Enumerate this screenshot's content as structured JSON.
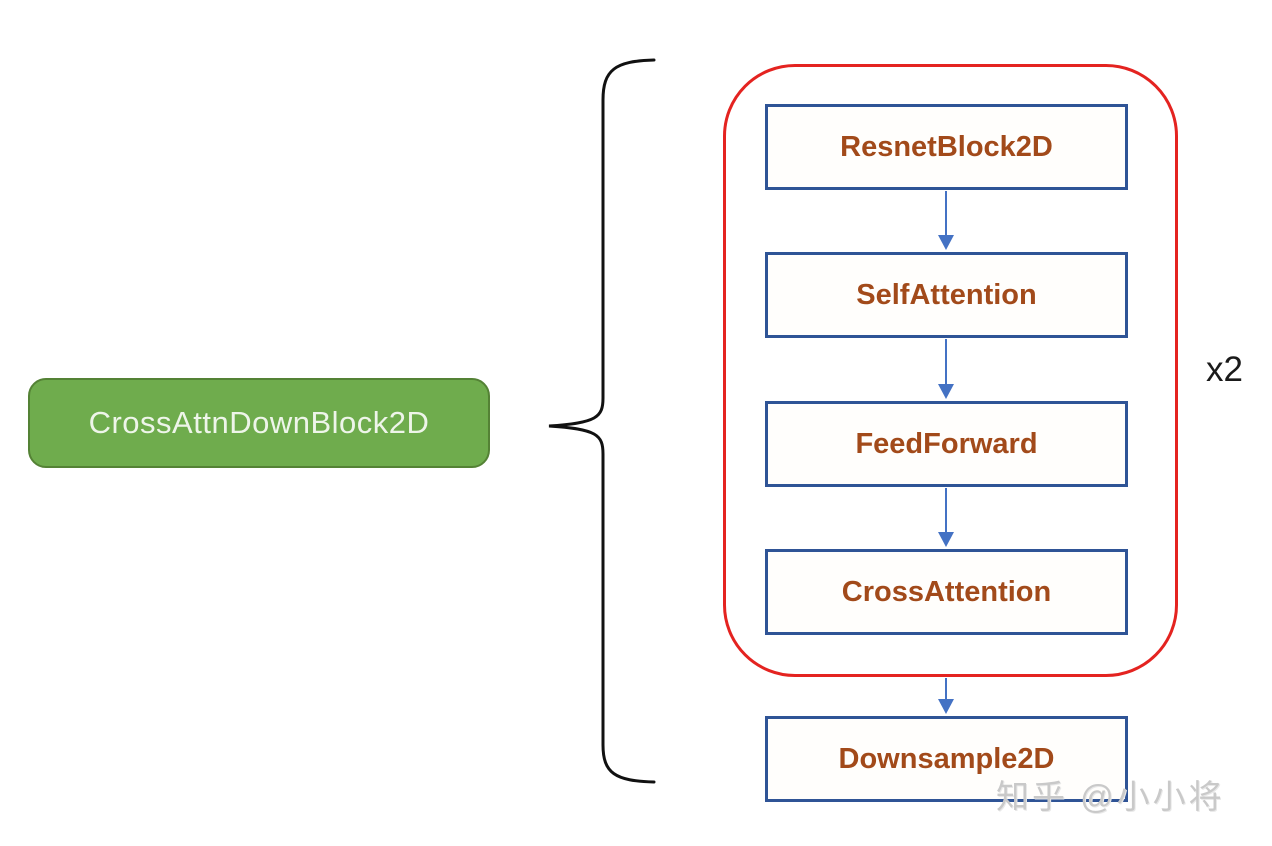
{
  "diagram": {
    "main_block": {
      "label": "CrossAttnDownBlock2D"
    },
    "loop_group": {
      "repeat_label": "x2",
      "blocks": [
        {
          "label": "ResnetBlock2D"
        },
        {
          "label": "SelfAttention"
        },
        {
          "label": "FeedForward"
        },
        {
          "label": "CrossAttention"
        }
      ]
    },
    "output_block": {
      "label": "Downsample2D"
    },
    "watermark": "知乎 @小小将",
    "colors": {
      "main_block_fill": "#6fac4d",
      "main_block_border": "#548235",
      "main_block_text": "#eef5e9",
      "inner_box_border": "#2f5496",
      "inner_box_text": "#a24a1a",
      "loop_border": "#e42320",
      "arrow": "#4472c4",
      "brace": "#111111",
      "repeat_label_text": "#1a1a1a",
      "watermark_text": "#c9c9c9"
    }
  }
}
